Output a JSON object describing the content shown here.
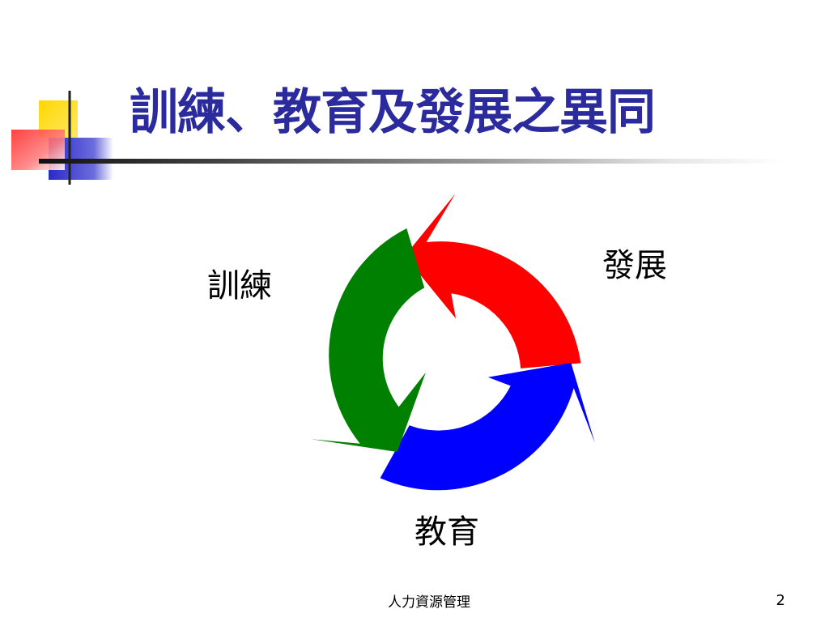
{
  "slide": {
    "title": "訓練、教育及發展之異同",
    "footer": "人力資源管理",
    "page_number": "2"
  },
  "cycle": {
    "labels": {
      "training": "訓練",
      "development": "發展",
      "education": "教育"
    },
    "colors": {
      "training": "#008000",
      "development": "#ff0000",
      "education": "#0000ff"
    }
  },
  "decoration": {
    "colors": {
      "yellow": "#ffd700",
      "red": "#ff4d4d",
      "blue": "#3a3acc",
      "title_text": "#2b2b9e"
    }
  }
}
